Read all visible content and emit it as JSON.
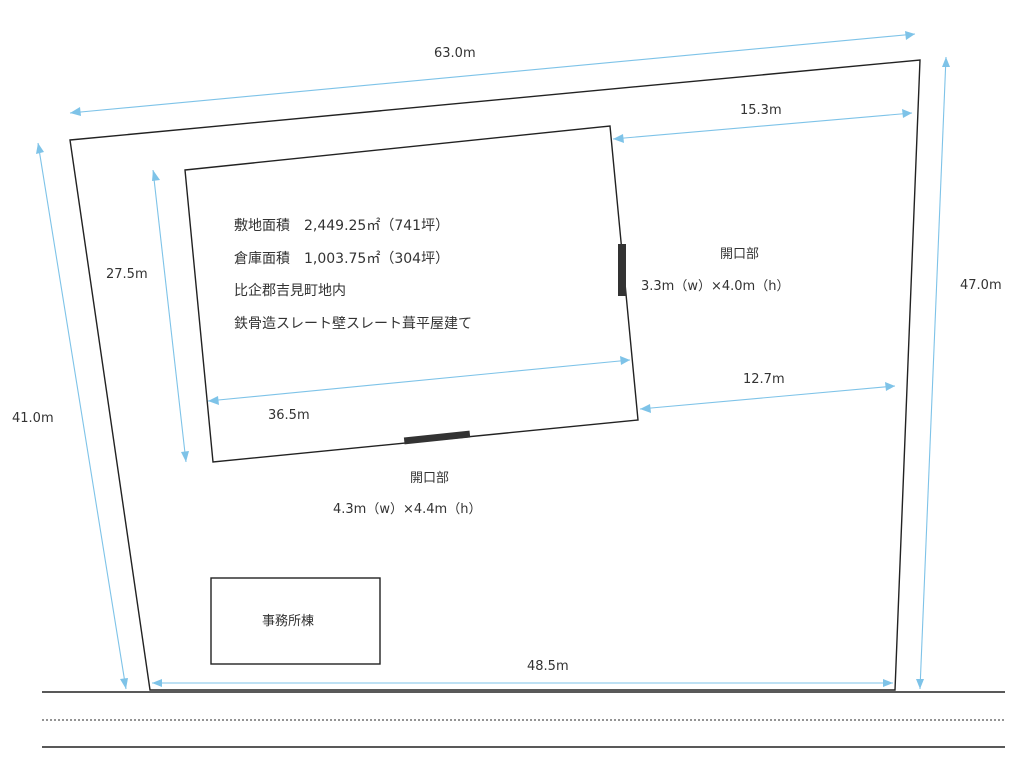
{
  "dimensions": {
    "site_top": "63.0m",
    "site_right": "47.0m",
    "site_left": "41.0m",
    "site_bottom": "48.5m",
    "warehouse_height": "27.5m",
    "warehouse_width": "36.5m",
    "gap_top_right": "15.3m",
    "gap_bottom_right": "12.7m"
  },
  "warehouse_info": {
    "line1": "敷地面積　2,449.25㎡（741坪）",
    "line2": "倉庫面積　1,003.75㎡（304坪）",
    "line3": "比企郡吉見町地内",
    "line4": "鉄骨造スレート壁スレート葺平屋建て"
  },
  "openings": {
    "east_title": "開口部",
    "east_size": "3.3m（w）×4.0m（h）",
    "south_title": "開口部",
    "south_size": "4.3m（w）×4.4m（h）"
  },
  "office": {
    "label": "事務所棟"
  },
  "colors": {
    "dimension_line": "#7ec3e8",
    "outline": "#222222",
    "opening": "#333333"
  }
}
